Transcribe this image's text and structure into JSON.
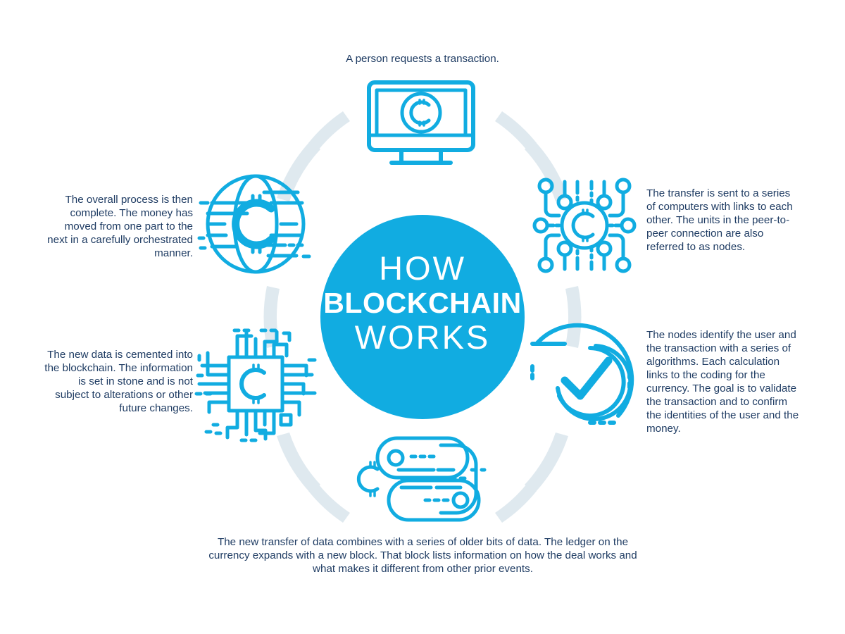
{
  "colors": {
    "brand_blue": "#11ace1",
    "ring_arc": "#dfe9ef",
    "text_navy": "#1f3c63",
    "center_circle": "#11ace1",
    "white": "#ffffff"
  },
  "center": {
    "line1": "HOW",
    "line2": "BLOCKCHAIN",
    "line3": "WORKS"
  },
  "steps": [
    {
      "id": "step-1-request",
      "position": "top",
      "icon": "monitor-coin-icon",
      "caption": "A person requests a transaction."
    },
    {
      "id": "step-2-nodes",
      "position": "top-right",
      "icon": "network-nodes-coin-icon",
      "caption": "The transfer is sent to a series of computers with links to each other. The units in the peer-to-peer connection are also referred to as nodes."
    },
    {
      "id": "step-3-validate",
      "position": "bottom-right",
      "icon": "checkmark-circle-icon",
      "caption": "The nodes identify the user and the transaction with a series of algorithms. Each calculation links to the coding for the currency. The goal is to validate the transaction and to confirm the identities of the user and the money."
    },
    {
      "id": "step-4-block",
      "position": "bottom",
      "icon": "server-blocks-coin-icon",
      "caption": "The new transfer of data combines with a series of older bits of data. The ledger on the currency expands with a new block. That block lists information on how the deal works and what makes it different from other prior events."
    },
    {
      "id": "step-5-cemented",
      "position": "bottom-left",
      "icon": "cpu-chip-coin-icon",
      "caption": "The new data is cemented into the blockchain. The information is set in stone and is not subject to alterations or other future changes."
    },
    {
      "id": "step-6-complete",
      "position": "top-left",
      "icon": "globe-coin-icon",
      "caption": "The overall process is then complete. The money has moved from one part to the next in a carefully orchestrated manner."
    }
  ]
}
